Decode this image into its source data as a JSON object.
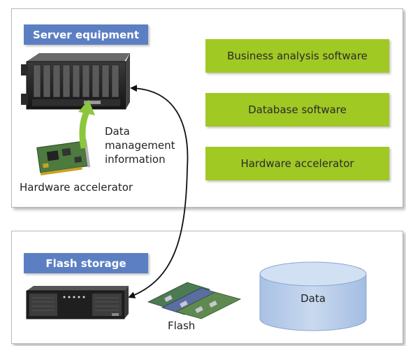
{
  "server_section": {
    "label": "Server equipment",
    "hardware_caption": "Hardware accelerator",
    "data_management_caption": [
      "Data",
      "management",
      "information"
    ],
    "software_boxes": [
      "Business analysis software",
      "Database software",
      "Hardware accelerator"
    ]
  },
  "flash_section": {
    "label": "Flash storage",
    "flash_caption": "Flash",
    "data_label": "Data"
  },
  "colors": {
    "section_label_bg": "#5b7fc2",
    "software_box_bg": "#a0c924",
    "green_arrow": "#8cc63f",
    "database_fill": "#b7cde9",
    "arrow": "#111111"
  },
  "icons": [
    "blade-server-icon",
    "accelerator-card-icon",
    "storage-array-icon",
    "flash-modules-icon",
    "database-cylinder-icon"
  ]
}
